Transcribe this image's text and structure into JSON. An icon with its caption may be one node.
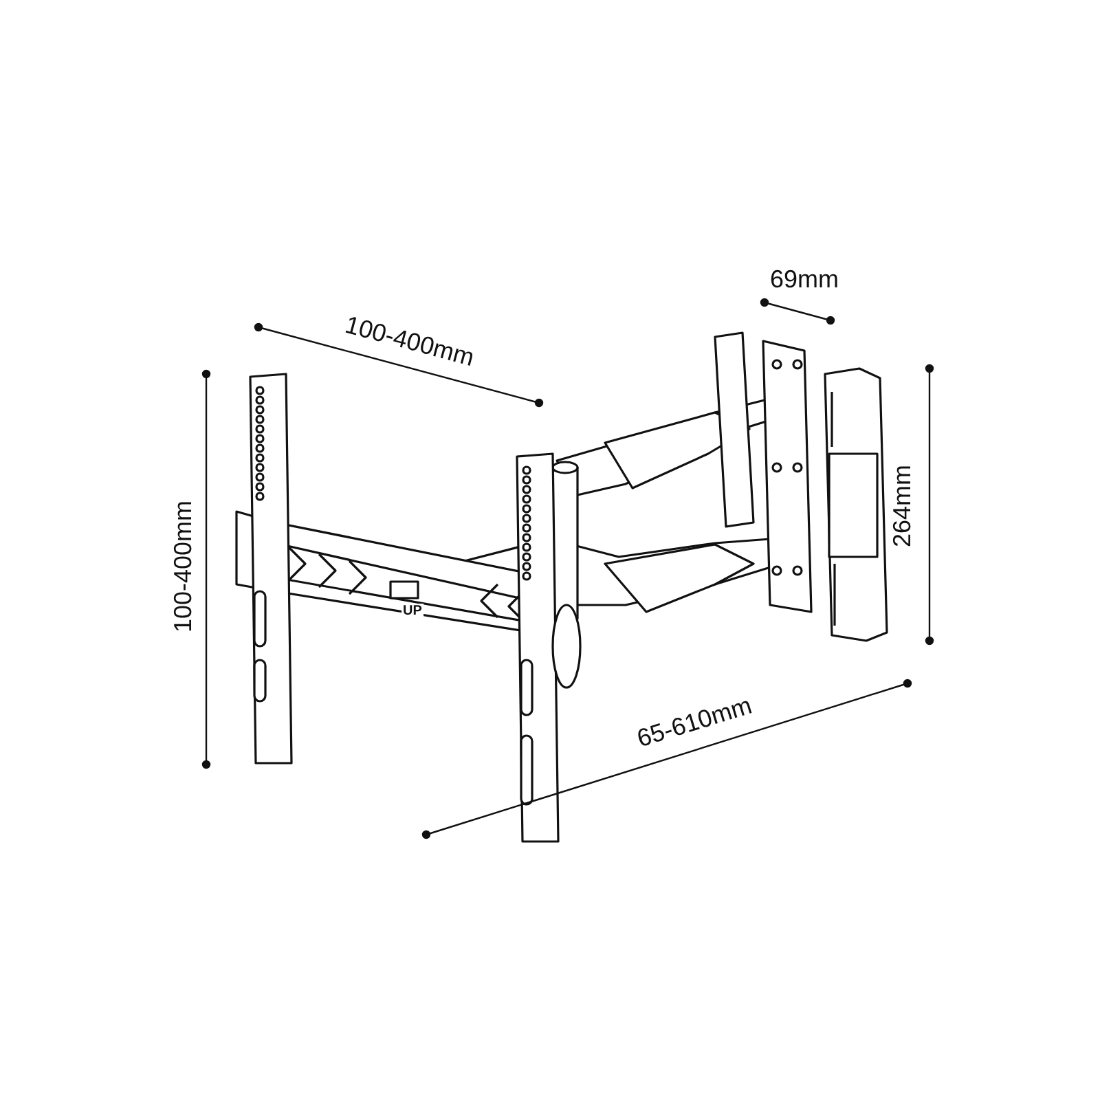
{
  "diagram": {
    "labels": [
      "69mm",
      "100-400mm",
      "100-400mm",
      "264mm",
      "65-610mm",
      "UP"
    ]
  }
}
